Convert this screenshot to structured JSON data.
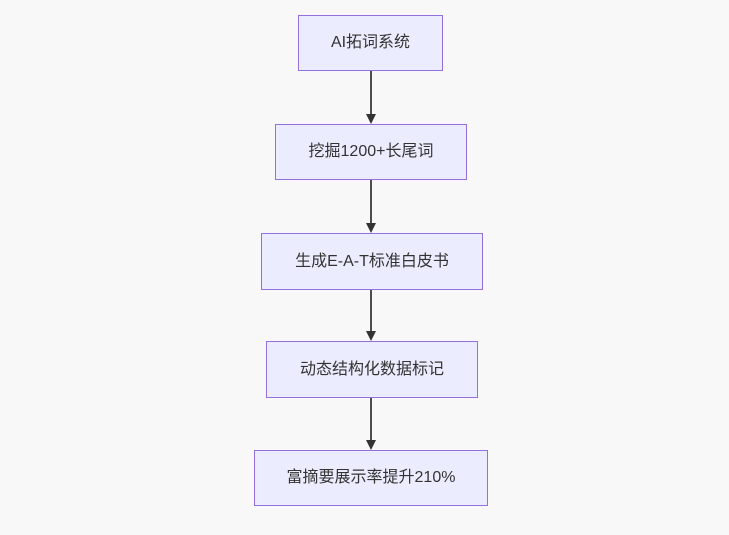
{
  "diagram": {
    "type": "flowchart",
    "direction": "top-down",
    "colors": {
      "background": "#f8f8f8",
      "node_fill": "#ECECFF",
      "node_border": "#9370DB",
      "text": "#333333",
      "arrow_line": "#4d4d4d",
      "arrow_head": "#333333"
    },
    "nodes": [
      {
        "label": "AI拓词系统"
      },
      {
        "label": "挖掘1200+长尾词"
      },
      {
        "label": "生成E-A-T标准白皮书"
      },
      {
        "label": "动态结构化数据标记"
      },
      {
        "label": "富摘要展示率提升210%"
      }
    ],
    "edges": [
      {
        "from": 0,
        "to": 1
      },
      {
        "from": 1,
        "to": 2
      },
      {
        "from": 2,
        "to": 3
      },
      {
        "from": 3,
        "to": 4
      }
    ]
  }
}
